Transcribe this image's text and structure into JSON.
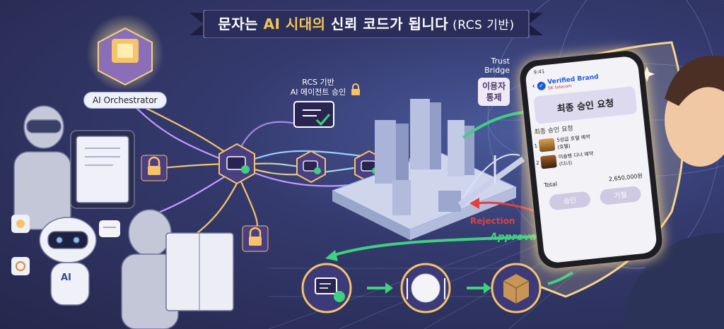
{
  "banner": {
    "title_pre": "문자는 ",
    "title_highlight": "AI 시대의",
    "title_post": " 신뢰 코드가 됩니다",
    "title_sub": " (RCS 기반)"
  },
  "orchestrator": {
    "label": "AI Orchestrator"
  },
  "rcs_approval": {
    "line1": "RCS 기반",
    "line2": "AI 에이전트 승인"
  },
  "trust_bridge": {
    "line1": "Trust",
    "line2": "Bridge"
  },
  "user_control": {
    "line1": "이용자",
    "line2": "통제"
  },
  "rejection": "Rejection",
  "approval": "Approval",
  "robot_badge": "AI",
  "phone": {
    "time": "9:41",
    "brand": "Verified Brand",
    "carrier": "SK telecom",
    "card_title": "최종 승인 요청",
    "list_title": "최종 승인 요청",
    "items": [
      {
        "num": "1",
        "name": "5성급 호텔 예약",
        "tag": "(호텔)"
      },
      {
        "num": "2",
        "name": "미슐랭 디너 예약",
        "tag": "(디너)"
      }
    ],
    "total_label": "Total",
    "total_value": "2,650,000원",
    "approve_label": "승인",
    "reject_label": "거절"
  },
  "colors": {
    "accent": "#f3c65a",
    "approval": "#3fd080",
    "rejection": "#e04040",
    "banner": "#2b2e5a"
  }
}
